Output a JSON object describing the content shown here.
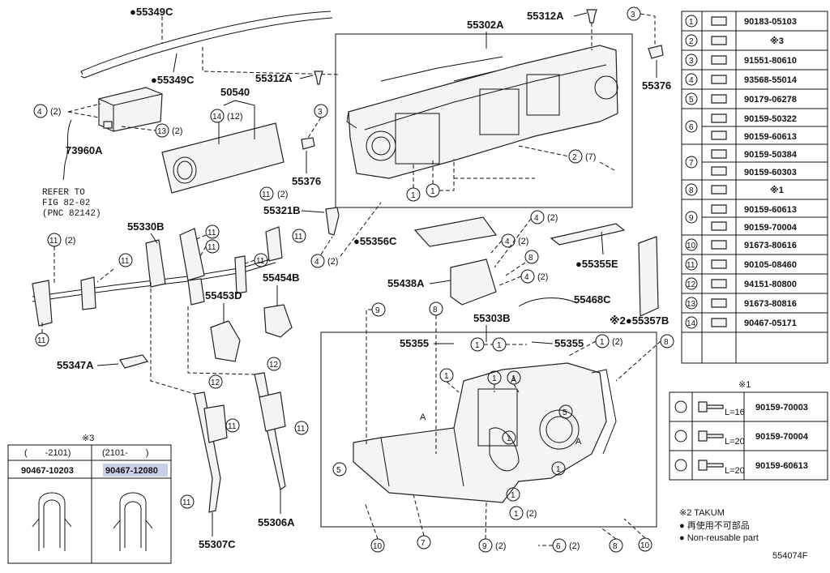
{
  "parts": {
    "p55349C_top": "●55349C",
    "p55349C_mid": "●55349C",
    "p55302A": "55302A",
    "p55312A_top": "55312A",
    "p55312A_mid": "55312A",
    "p55376_right": "55376",
    "p55376_left": "55376",
    "p50540": "50540",
    "p73960A": "73960A",
    "p55330B": "55330B",
    "p55321B": "55321B",
    "p55356C": "●55356C",
    "p55355E": "●55355E",
    "p55438A": "55438A",
    "p55468C": "55468C",
    "p55357B": "※2●55357B",
    "p55453D": "55453D",
    "p55454B": "55454B",
    "p55347A": "55347A",
    "p55303B": "55303B",
    "p55355_a": "55355",
    "p55355_b": "55355",
    "p55307C": "55307C",
    "p55306A": "55306A"
  },
  "refer": [
    "REFER TO",
    "FIG 82-02",
    "(PNC 82142)"
  ],
  "qty": {
    "q2": "(2)",
    "q12": "(12)",
    "q7": "(7)"
  },
  "fastener_table": {
    "rows": [
      {
        "n": "1",
        "code": "90183-05103"
      },
      {
        "n": "2",
        "code": "※3"
      },
      {
        "n": "3",
        "code": "91551-80610"
      },
      {
        "n": "4",
        "code": "93568-55014"
      },
      {
        "n": "5",
        "code": "90179-06278"
      },
      {
        "n": "6",
        "code": "90159-50322",
        "code2": "90159-60613"
      },
      {
        "n": "7",
        "code": "90159-50384",
        "code2": "90159-60303"
      },
      {
        "n": "8",
        "code": "※1"
      },
      {
        "n": "9",
        "code": "90159-60613",
        "code2": "90159-70004"
      },
      {
        "n": "10",
        "code": "91673-80616"
      },
      {
        "n": "11",
        "code": "90105-08460"
      },
      {
        "n": "12",
        "code": "94151-80800"
      },
      {
        "n": "13",
        "code": "91673-80816"
      },
      {
        "n": "14",
        "code": "90467-05171"
      }
    ]
  },
  "note1": {
    "title": "※1",
    "rows": [
      {
        "len": "L=16",
        "code": "90159-70003"
      },
      {
        "len": "L=20",
        "code": "90159-70004"
      },
      {
        "len": "L=20",
        "code": "90159-60613"
      }
    ]
  },
  "note3": {
    "title": "※3",
    "col1_head": "(　　-2101)",
    "col2_head": "(2101-　　)",
    "col1_code": "90467-10203",
    "col2_code": "90467-12080"
  },
  "legend": {
    "takumi": "※2 TAKUM",
    "jp": "● 再使用不可部品",
    "en": "● Non-reusable part"
  },
  "figure_id": "554074F",
  "colors": {
    "highlight": "#c9cfe8",
    "line": "#111111"
  }
}
